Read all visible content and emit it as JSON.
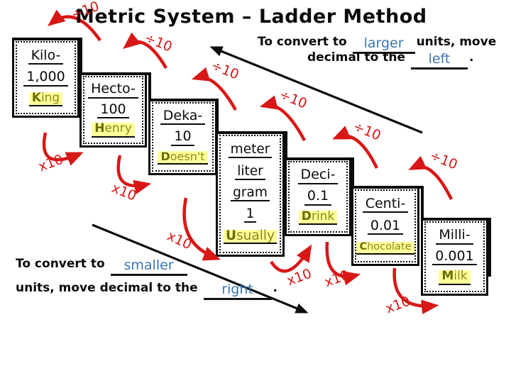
{
  "title": "Metric System – Ladder Method",
  "colors": {
    "arrow_red": "#d81717",
    "highlight_yellow": "#ffff9c",
    "mnemonic_olive": "#8a8a12",
    "fill_in_blue": "#3b76b5",
    "line_black": "#0b0b0b"
  },
  "ladder": {
    "divide_label": "÷10",
    "multiply_label": "x10",
    "boxes": [
      {
        "name": "kilo",
        "lines": [
          "Kilo-",
          "1,000"
        ],
        "mnemonic": "King"
      },
      {
        "name": "hecto",
        "lines": [
          "Hecto-",
          "100"
        ],
        "mnemonic": "Henry"
      },
      {
        "name": "deka",
        "lines": [
          "Deka-",
          "10"
        ],
        "mnemonic": "Doesn't"
      },
      {
        "name": "base",
        "lines": [
          "meter",
          "liter",
          "gram",
          "1"
        ],
        "mnemonic": "Usually"
      },
      {
        "name": "deci",
        "lines": [
          "Deci-",
          "0.1"
        ],
        "mnemonic": "Drink"
      },
      {
        "name": "centi",
        "lines": [
          "Centi-",
          "0.01"
        ],
        "mnemonic": "Chocolate"
      },
      {
        "name": "milli",
        "lines": [
          "Milli-",
          "0.001"
        ],
        "mnemonic": "Milk"
      }
    ]
  },
  "instructions": {
    "larger": {
      "prefix": "To convert to",
      "blank1": "larger",
      "middle": "units, move",
      "line2_prefix": "decimal to the",
      "blank2": "left",
      "suffix": "."
    },
    "smaller": {
      "prefix": "To convert to",
      "blank1": "smaller",
      "line2_prefix": "units, move decimal to the",
      "blank2": "right",
      "suffix": "."
    }
  }
}
